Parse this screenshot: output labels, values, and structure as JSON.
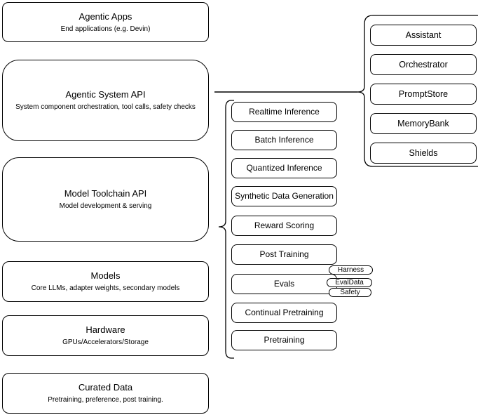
{
  "left_stack": [
    {
      "title": "Agentic Apps",
      "subtitle": "End applications (e.g. Devin)"
    },
    {
      "title": "Agentic System API",
      "subtitle": "System component orchestration, tool calls, safety checks"
    },
    {
      "title": "Model Toolchain API",
      "subtitle": "Model development & serving"
    },
    {
      "title": "Models",
      "subtitle": "Core LLMs, adapter weights, secondary models"
    },
    {
      "title": "Hardware",
      "subtitle": "GPUs/Accelerators/Storage"
    },
    {
      "title": "Curated Data",
      "subtitle": "Pretraining, preference, post training."
    }
  ],
  "toolchain_items": [
    "Realtime Inference",
    "Batch Inference",
    "Quantized Inference",
    "Synthetic Data Generation",
    "Reward Scoring",
    "Post Training",
    "Evals",
    "Continual Pretraining",
    "Pretraining"
  ],
  "eval_tags": [
    "Harness",
    "EvalData",
    "Safety"
  ],
  "system_components": [
    "Assistant",
    "Orchestrator",
    "PromptStore",
    "MemoryBank",
    "Shields"
  ],
  "colors": {
    "stroke": "#000000",
    "fill": "#ffffff",
    "text": "#000000"
  }
}
